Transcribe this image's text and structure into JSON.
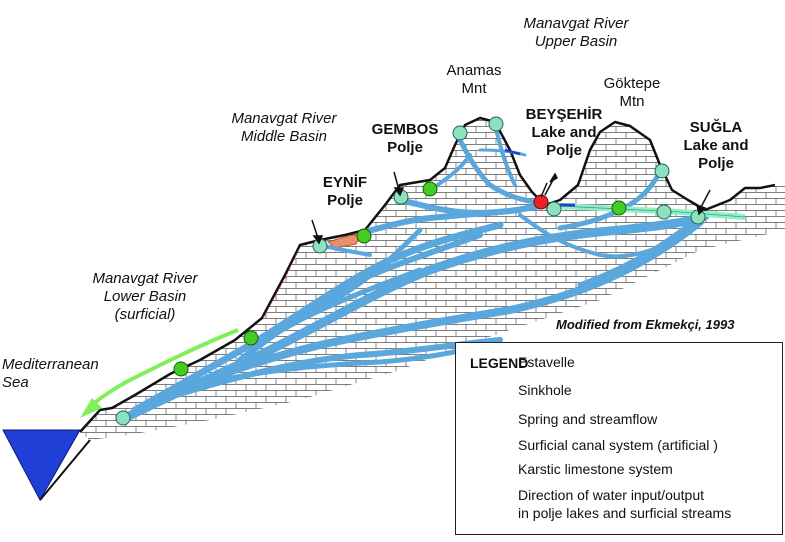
{
  "labels": {
    "upper_basin_1": "Manavgat River",
    "upper_basin_2": "Upper Basin",
    "middle_basin_1": "Manavgat River",
    "middle_basin_2": "Middle  Basin",
    "lower_basin_1": "Manavgat River",
    "lower_basin_2": "Lower Basin",
    "lower_basin_3": "(surficial)",
    "sea_1": "Mediterranean",
    "sea_2": "Sea",
    "anamas_1": "Anamas",
    "anamas_2": "Mnt",
    "goktepe_1": "Göktepe",
    "goktepe_2": "Mtn",
    "gembos_1": "GEMBOS",
    "gembos_2": "Polje",
    "eynif_1": "EYNİF",
    "eynif_2": "Polje",
    "beysehir_1": "BEYŞEHİR",
    "beysehir_2": "Lake and",
    "beysehir_3": "Polje",
    "sugla_1": "SUĞLA",
    "sugla_2": "Lake and",
    "sugla_3": "Polje",
    "credit": "Modified from Ekmekçi, 1993"
  },
  "legend": {
    "title": "LEGEND",
    "estavelle": "Estavelle",
    "sinkhole": "Sinkhole",
    "spring": "Spring and streamflow",
    "canal": "Surficial canal system (artificial )",
    "limestone": "Karstic limestone system",
    "direction_1": "Direction of water input/output",
    "direction_2": "in polje lakes and surficial streams"
  },
  "colors": {
    "water": "#5aa7de",
    "sinkhole": "#8fe0c0",
    "spring": "#44cc22",
    "estavelle": "#e8242a",
    "canal": "#8ff0c8",
    "sea": "#1f3fd6",
    "arrow_green": "#7ff05a",
    "polje_fill": "#e8906a"
  }
}
